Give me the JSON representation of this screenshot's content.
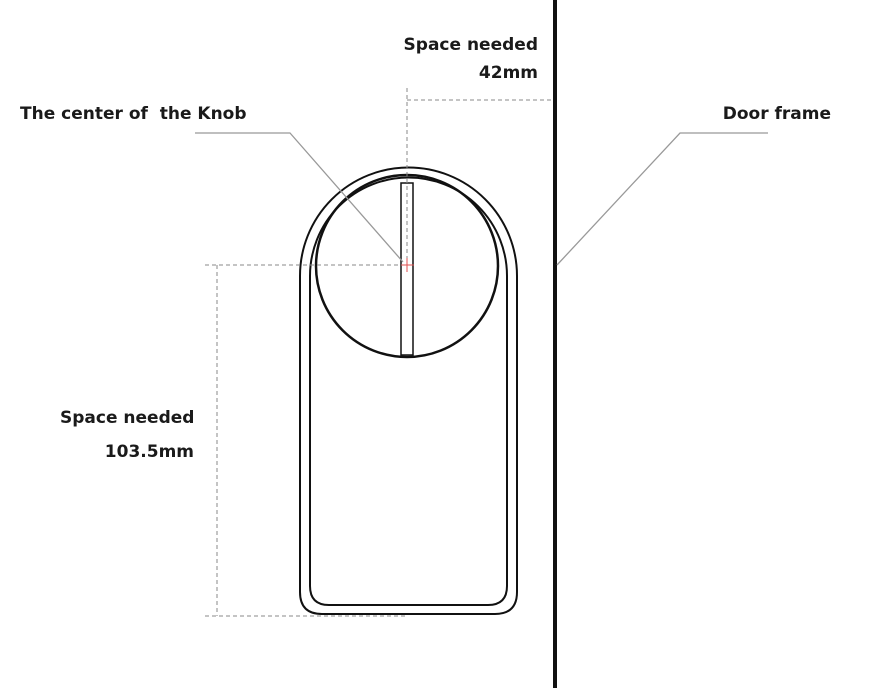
{
  "labels": {
    "top_space_title": "Space needed",
    "top_space_value": "42mm",
    "knob_center": "The center of  the Knob",
    "door_frame": "Door frame",
    "side_space_title": "Space needed",
    "side_space_value": "103.5mm"
  },
  "colors": {
    "line": "#111111",
    "leader": "#999999",
    "dash": "#888888",
    "center_mark": "#e05050"
  }
}
